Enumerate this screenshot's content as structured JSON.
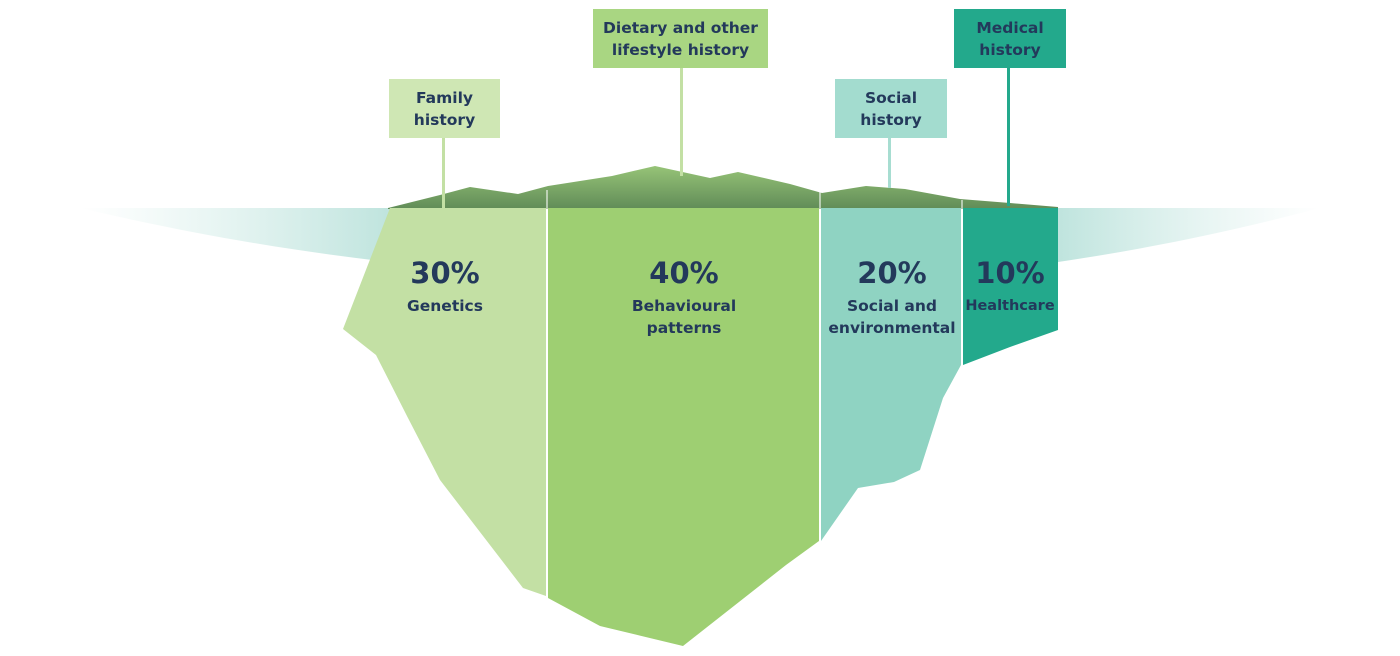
{
  "segments": [
    {
      "id": "genetics",
      "percent": "30%",
      "label": "Genetics",
      "flag_label": "Family history",
      "color": "#c3e0a4"
    },
    {
      "id": "behaviour",
      "percent": "40%",
      "label": "Behavioural patterns",
      "flag_label": "Dietary and other lifestyle history",
      "color": "#9ecf72"
    },
    {
      "id": "social",
      "percent": "20%",
      "label": "Social and environmental",
      "flag_label": "Social history",
      "color": "#8fd3c2"
    },
    {
      "id": "health",
      "percent": "10%",
      "label": "Healthcare",
      "flag_label": "Medical history",
      "color": "#23a98c"
    }
  ],
  "colors": {
    "text": "#23395b",
    "water": "#cdeae5",
    "tip_dark": "#6f9e58"
  }
}
